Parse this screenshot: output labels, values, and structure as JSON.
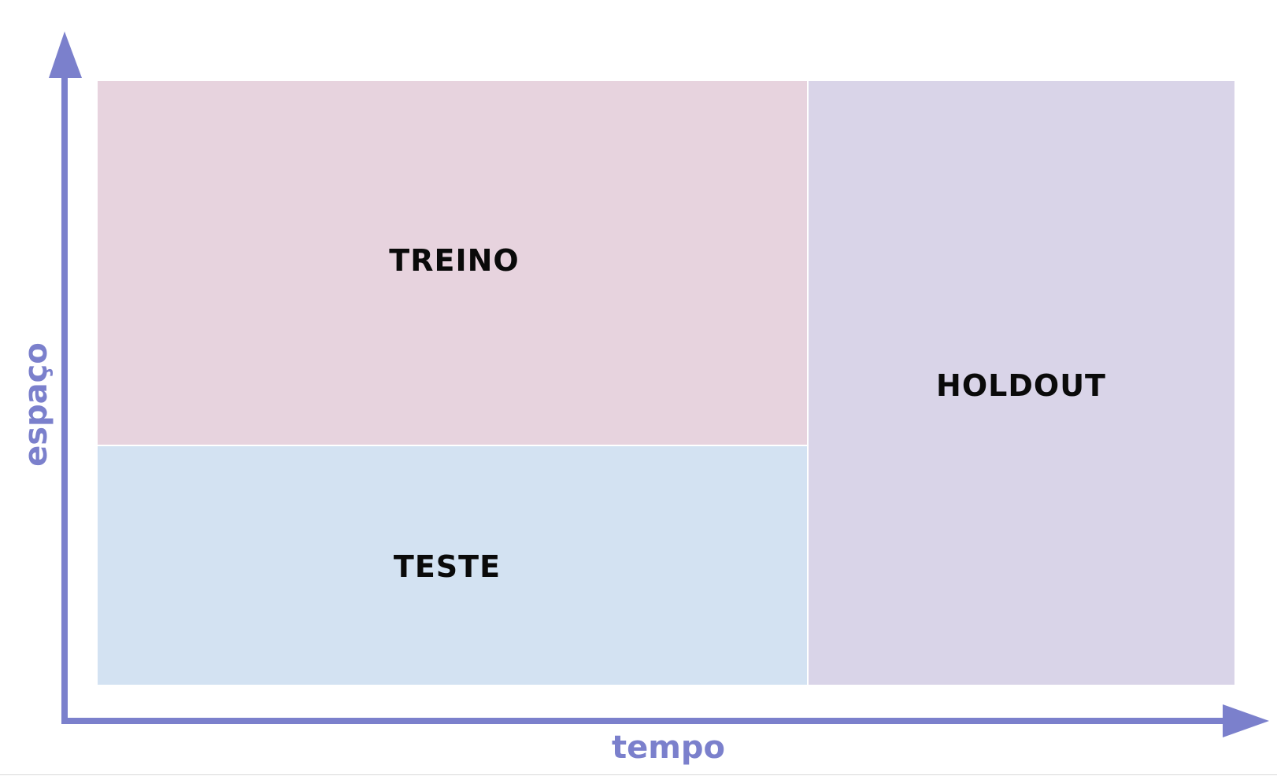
{
  "regions": {
    "treino": {
      "label": "TREINO",
      "color": "#e7d3de"
    },
    "teste": {
      "label": "TESTE",
      "color": "#d3e2f2"
    },
    "holdout": {
      "label": "HOLDOUT",
      "color": "#d9d4e8"
    }
  },
  "axes": {
    "x_label": "tempo",
    "y_label": "espaço",
    "color": "#7b80cc"
  },
  "divider_color": "#ffffff"
}
